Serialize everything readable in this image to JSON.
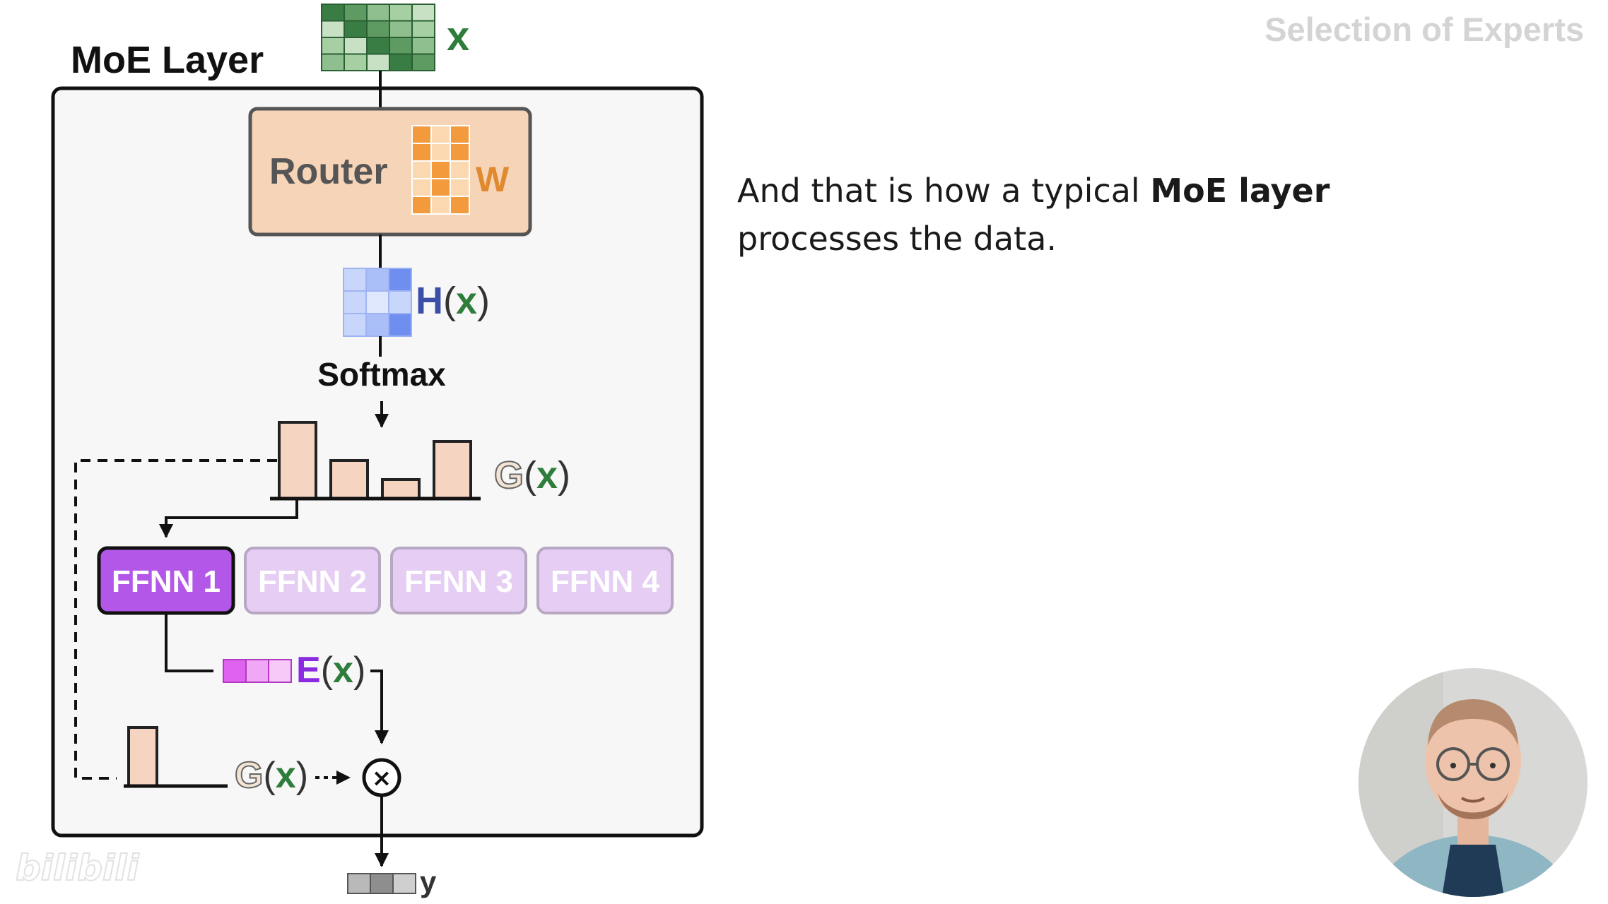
{
  "slide": {
    "title": "Selection of Experts",
    "caption": {
      "before": "And that is how a typical ",
      "bold": "MoE layer",
      "after": " processes the data."
    },
    "watermark": "bilibili"
  },
  "diagram": {
    "layer_title": "MoE Layer",
    "input_label": "x",
    "router_label": "Router",
    "router_weight_label": "W",
    "h_label": "H",
    "softmax_label": "Softmax",
    "g_label": "G",
    "x_arg": "x",
    "e_label": "E",
    "output_label": "y",
    "multiply_symbol": "×",
    "experts": [
      {
        "label": "FFNN 1",
        "selected": true
      },
      {
        "label": "FFNN 2",
        "selected": false
      },
      {
        "label": "FFNN 3",
        "selected": false
      },
      {
        "label": "FFNN 4",
        "selected": false
      }
    ],
    "gate_probabilities": [
      1.0,
      0.5,
      0.25,
      0.75
    ],
    "colors": {
      "input_green": "#2f7d3b",
      "router_fill": "#f6d4b8",
      "router_orange": "#f29a3c",
      "hidden_blue": "#6f8ff0",
      "h_text_blue": "#3b4fa8",
      "expert_selected": "#b357e8",
      "expert_unselected": "#e6cdf3",
      "e_text_purple": "#8a2be2",
      "embedding_magenta": "#e063f0",
      "gate_bar_fill": "#f6d4c2"
    }
  },
  "webcam": {
    "icon": "presenter-webcam-icon"
  }
}
